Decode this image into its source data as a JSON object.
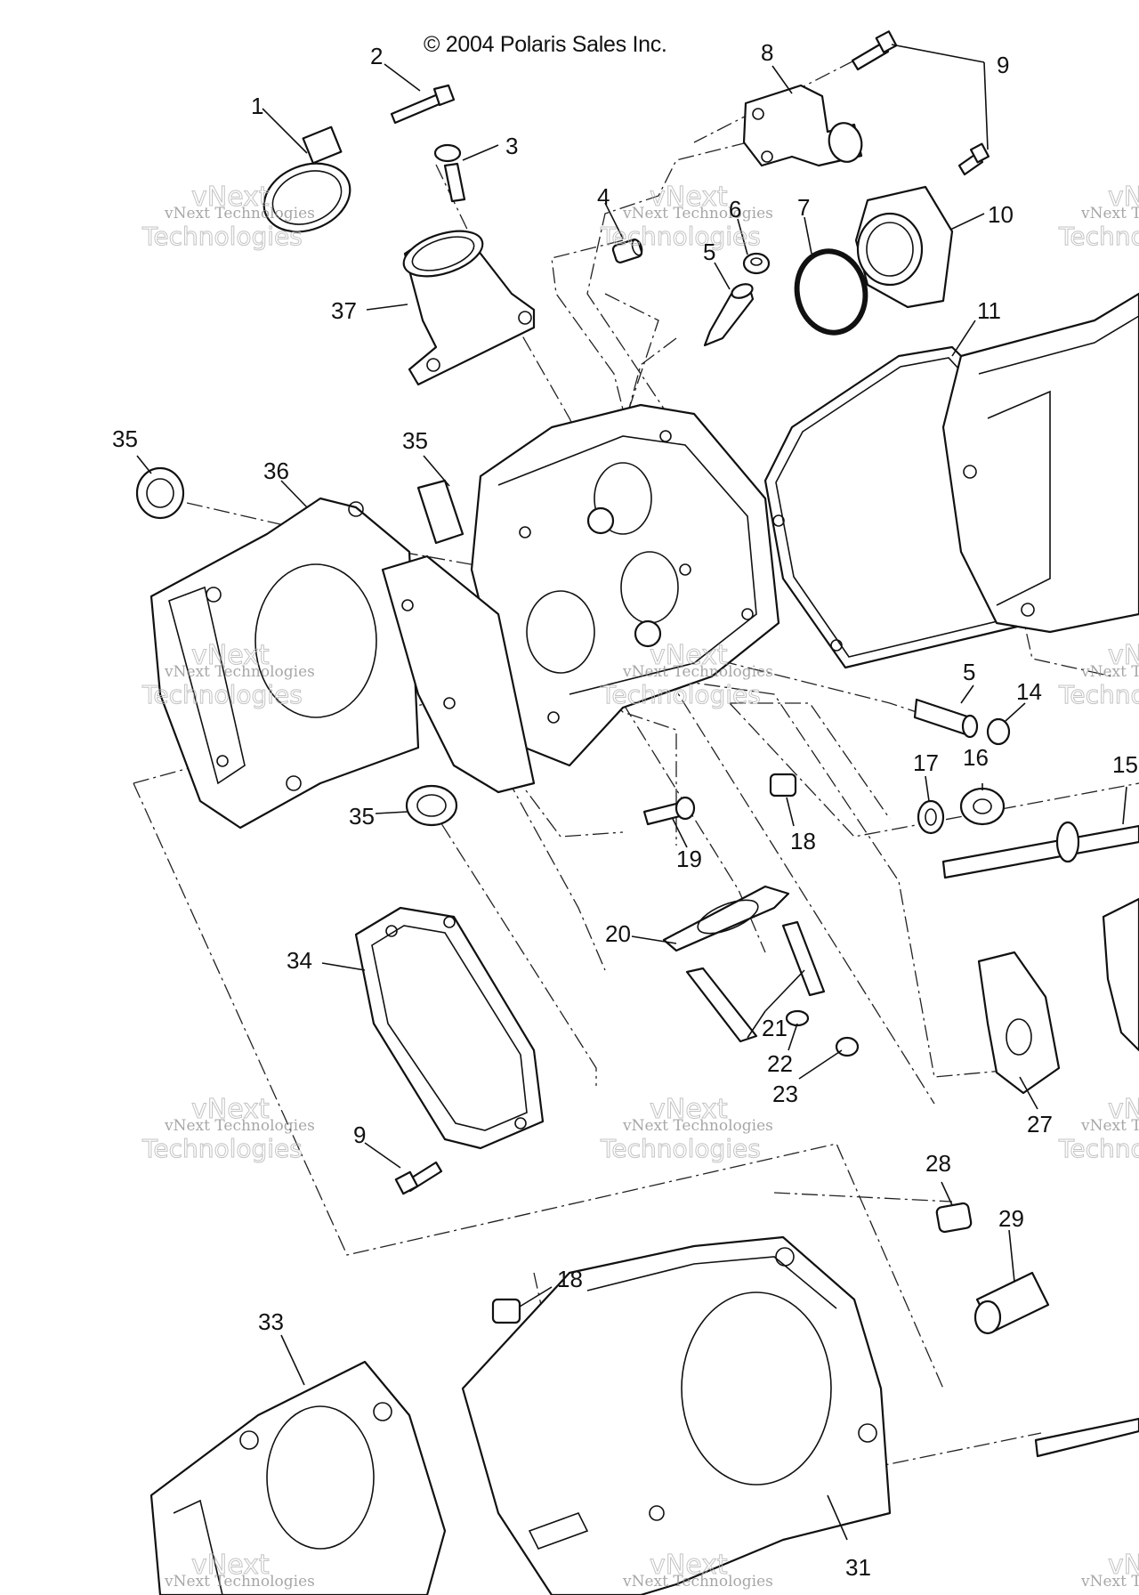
{
  "copyright": "© 2004 Polaris Sales Inc.",
  "watermark": {
    "line1": "vNext Technologies",
    "line2": "vNext",
    "line3": "Technologies"
  },
  "labels": [
    {
      "id": "1",
      "text": "1"
    },
    {
      "id": "2",
      "text": "2"
    },
    {
      "id": "3",
      "text": "3"
    },
    {
      "id": "4",
      "text": "4"
    },
    {
      "id": "5a",
      "text": "5"
    },
    {
      "id": "5b",
      "text": "5"
    },
    {
      "id": "6",
      "text": "6"
    },
    {
      "id": "7",
      "text": "7"
    },
    {
      "id": "8",
      "text": "8"
    },
    {
      "id": "9a",
      "text": "9"
    },
    {
      "id": "9b",
      "text": "9"
    },
    {
      "id": "10",
      "text": "10"
    },
    {
      "id": "11",
      "text": "11"
    },
    {
      "id": "14",
      "text": "14"
    },
    {
      "id": "15",
      "text": "15"
    },
    {
      "id": "16",
      "text": "16"
    },
    {
      "id": "17",
      "text": "17"
    },
    {
      "id": "18a",
      "text": "18"
    },
    {
      "id": "18b",
      "text": "18"
    },
    {
      "id": "19",
      "text": "19"
    },
    {
      "id": "20",
      "text": "20"
    },
    {
      "id": "21",
      "text": "21"
    },
    {
      "id": "22",
      "text": "22"
    },
    {
      "id": "23",
      "text": "23"
    },
    {
      "id": "27",
      "text": "27"
    },
    {
      "id": "28",
      "text": "28"
    },
    {
      "id": "29",
      "text": "29"
    },
    {
      "id": "31",
      "text": "31"
    },
    {
      "id": "33",
      "text": "33"
    },
    {
      "id": "34",
      "text": "34"
    },
    {
      "id": "35a",
      "text": "35"
    },
    {
      "id": "35b",
      "text": "35"
    },
    {
      "id": "35c",
      "text": "35"
    },
    {
      "id": "36",
      "text": "36"
    },
    {
      "id": "37",
      "text": "37"
    }
  ]
}
